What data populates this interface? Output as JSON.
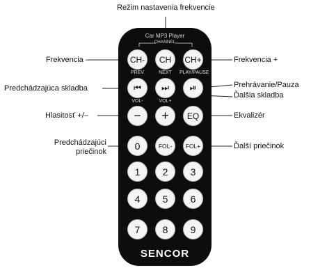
{
  "labels": {
    "top": "Režim nastavenia frekvencie",
    "freq_minus": "Frekvencia –",
    "freq_plus": "Frekvencia +",
    "prev_track": "Predchádzajúca skladba",
    "play_pause": "Prehrávanie/Pauza",
    "next_track": "Ďalšia skladba",
    "volume": "Hlasitosť +/–",
    "eq": "Ekvalizér",
    "prev_folder_line1": "Predchádzajúci",
    "prev_folder_line2": "priečinok",
    "next_folder": "Ďalší priečinok"
  },
  "remote": {
    "title": "Car MP3 Player",
    "channel": "CHANNEL",
    "brand": "SENCOR",
    "buttons": {
      "ch_minus": "CH-",
      "ch": "CH",
      "ch_plus": "CH+",
      "prev": "⏮",
      "next": "⏭",
      "play_pause": "⏯",
      "vol_minus": "−",
      "vol_plus": "+",
      "eq": "EQ",
      "zero": "0",
      "fol_minus": "FOL-",
      "fol_plus": "FOL+",
      "n1": "1",
      "n2": "2",
      "n3": "3",
      "n4": "4",
      "n5": "5",
      "n6": "6",
      "n7": "7",
      "n8": "8",
      "n9": "9"
    },
    "sublabels": {
      "prev": "PREV",
      "next": "NEXT",
      "play_pause": "PLAY/PAUSE",
      "vol_minus": "VOL-",
      "vol_plus": "VOL+"
    }
  }
}
